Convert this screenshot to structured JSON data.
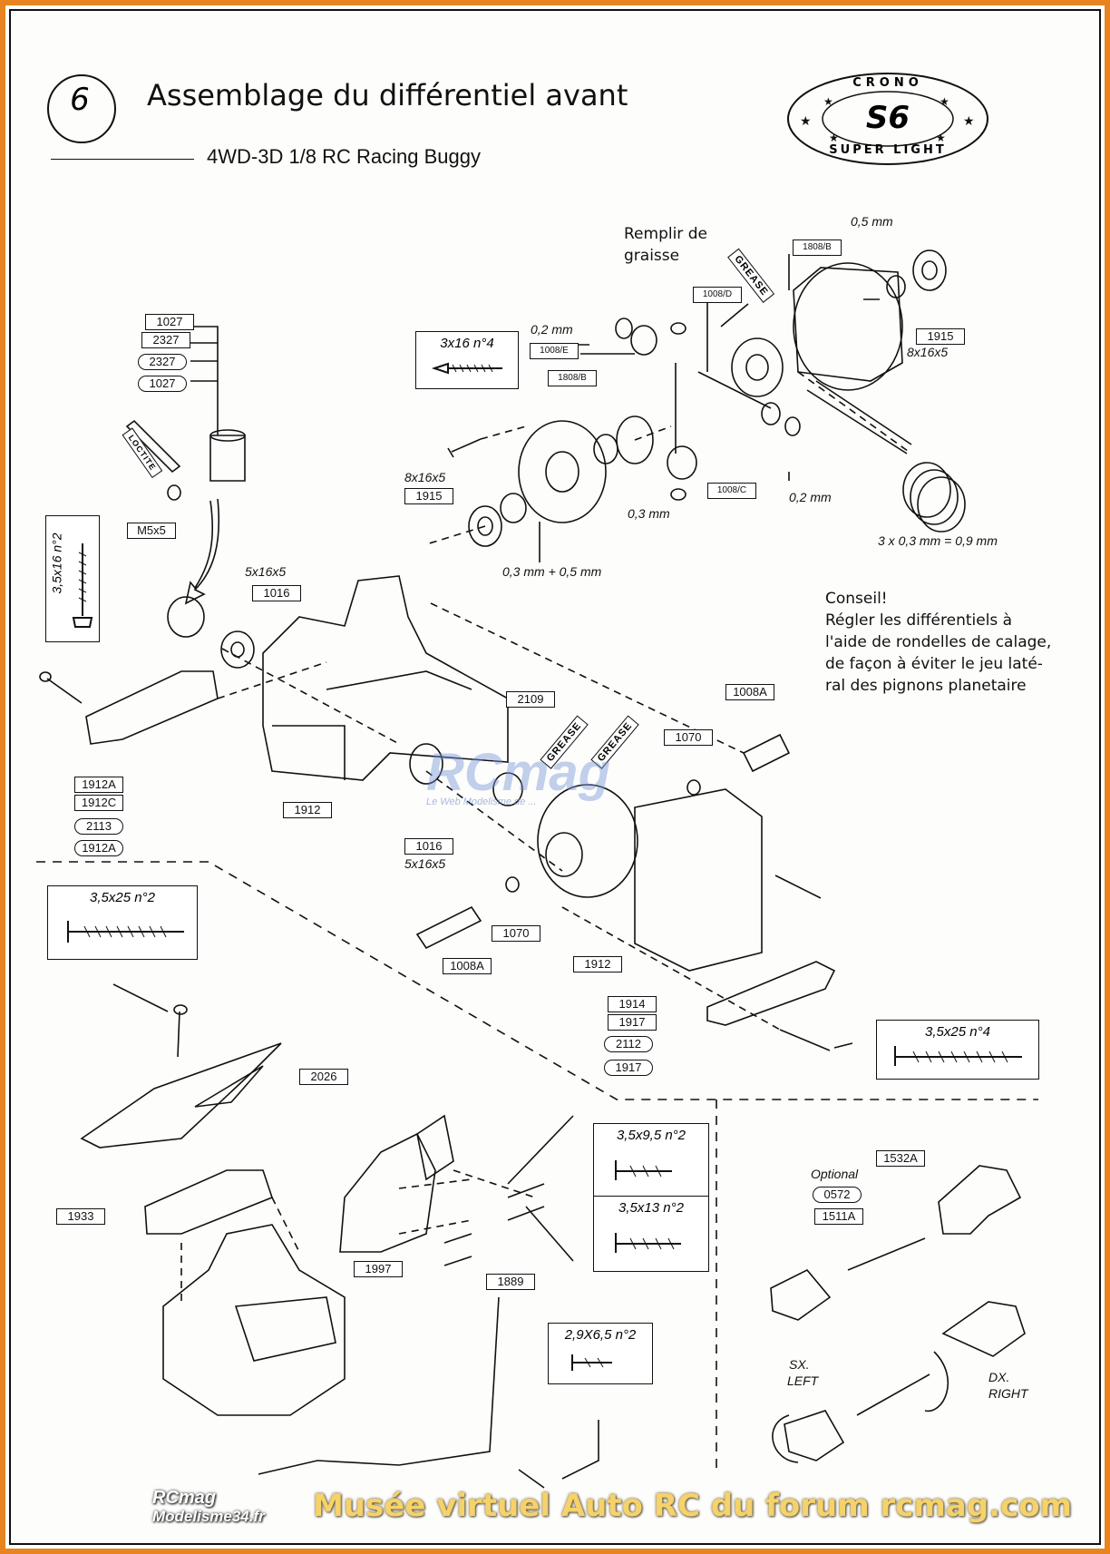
{
  "header": {
    "step_number": "6",
    "title": "Assemblage du différentiel avant",
    "subtitle": "4WD-3D 1/8 RC Racing Buggy"
  },
  "logo": {
    "top_text": "CRONO",
    "center_text": "S6",
    "bottom_text": "SUPER LIGHT"
  },
  "notes": {
    "fill_grease": [
      "Remplir de",
      "graisse"
    ],
    "conseil_title": "Conseil!",
    "conseil_lines": [
      "Régler les différentiels à",
      "l'aide de rondelles de calage,",
      "de façon à éviter le jeu laté-",
      "ral des pignons planetaire"
    ]
  },
  "tags": {
    "grease": "GREASE",
    "loctite": "LOCTITE"
  },
  "screw_boxes": {
    "s1": "3x16 n°4",
    "s2": "3,5x16 n°2",
    "s3": "3,5x25 n°2",
    "s4": "3,5x25 n°4",
    "s5": "3,5x9,5 n°2",
    "s6": "3,5x13 n°2",
    "s7": "2,9X6,5 n°2"
  },
  "dims": {
    "d1": "0,5 mm",
    "d2": "8x16x5",
    "d3": "0,2 mm",
    "d4": "0,2 mm",
    "d5": "0,3 mm",
    "d6": "8x16x5",
    "d7": "0,3 mm + 0,5 mm",
    "d8": "3 x 0,3 mm = 0,9 mm",
    "d9": "5x16x5",
    "d10": "5x16x5",
    "d11": "Optional",
    "d12": "SX.",
    "d13": "LEFT",
    "d14": "DX.",
    "d15": "RIGHT"
  },
  "parts": {
    "p1027a": "1027",
    "p2327a": "2327",
    "p2327b": "2327",
    "p1027b": "1027",
    "p1808a": "1808/B",
    "p1008d": "1008/D",
    "p1915a": "1915",
    "p1008e": "1008/E",
    "p1808b": "1808/B",
    "p1008c": "1008/C",
    "p1915b": "1915",
    "pm5x5": "M5x5",
    "p1016a": "1016",
    "p2109": "2109",
    "p1008a1": "1008A",
    "p1070a": "1070",
    "p1912a1": "1912A",
    "p1912c": "1912C",
    "p2113": "2113",
    "p1912a2": "1912A",
    "p1912a": "1912",
    "p1016b": "1016",
    "p1070b": "1070",
    "p1008a2": "1008A",
    "p1912b": "1912",
    "p1914": "1914",
    "p1917a": "1917",
    "p2112": "2112",
    "p1917b": "1917",
    "p2026": "2026",
    "p1933": "1933",
    "p1997": "1997",
    "p1889": "1889",
    "p1532a": "1532A",
    "p0572": "0572",
    "p1511a": "1511A"
  },
  "watermark": {
    "main": "RCmag",
    "sub": "Le Web Modelisme de ... "
  },
  "branding": {
    "line1": "RCmag",
    "line2": "Modelisme34.fr"
  },
  "footer": {
    "text": "Musée virtuel Auto RC du forum rcmag.com"
  }
}
